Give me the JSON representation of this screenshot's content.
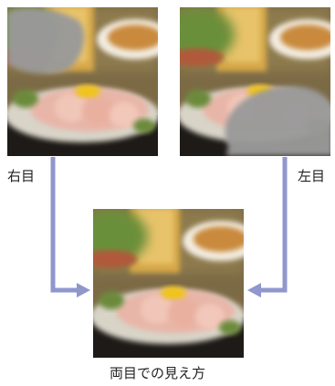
{
  "labels": {
    "right_eye": "右目",
    "left_eye": "左目",
    "both_eyes": "両目での見え方"
  },
  "colors": {
    "arrow": "#8f97cd",
    "scotoma": "#9a9a9a",
    "plate": "#1e1a17",
    "fish": "#e8b6a8",
    "garnish": "#f0c419"
  },
  "panels": [
    {
      "id": "right-eye",
      "scotoma_area": "top-left"
    },
    {
      "id": "left-eye",
      "scotoma_area": "bottom-right"
    },
    {
      "id": "both-eyes",
      "scotoma_area": "none"
    }
  ]
}
